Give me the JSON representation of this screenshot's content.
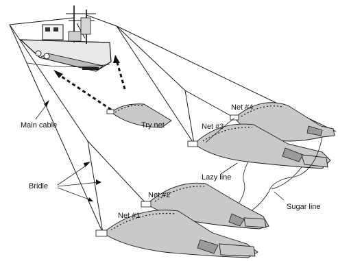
{
  "diagram": {
    "labels": {
      "main_cable": "Main cable",
      "try_net": "Try net",
      "bridle": "Bridle",
      "lazy_line": "Lazy line",
      "sugar_line": "Sugar line",
      "net1": "Net #1",
      "net2": "Net #2",
      "net3": "Net #3",
      "net4": "Net #4"
    }
  }
}
